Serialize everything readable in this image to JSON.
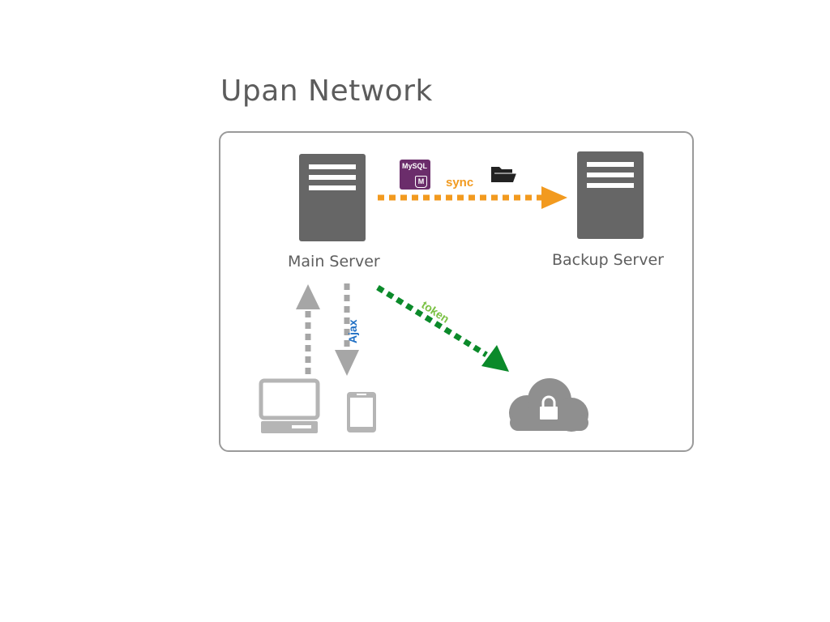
{
  "title": "Upan Network",
  "nodes": {
    "main_server": "Main Server",
    "backup_server": "Backup Server"
  },
  "badges": {
    "mysql_text": "MySQL",
    "mysql_m": "M"
  },
  "edges": {
    "sync": "sync",
    "ajax": "Ajax",
    "token": "token"
  },
  "colors": {
    "sync": "#f29a1f",
    "token": "#0b8a2a",
    "token_label": "#7ac143",
    "ajax_label": "#1f6fc4",
    "client_arrows": "#a6a6a6",
    "server": "#666666",
    "mysql": "#6b2d6b"
  },
  "icons": [
    "server-icon",
    "server-icon",
    "mysql-icon",
    "folder-icon",
    "desktop-icon",
    "mobile-icon",
    "cloud-lock-icon"
  ]
}
